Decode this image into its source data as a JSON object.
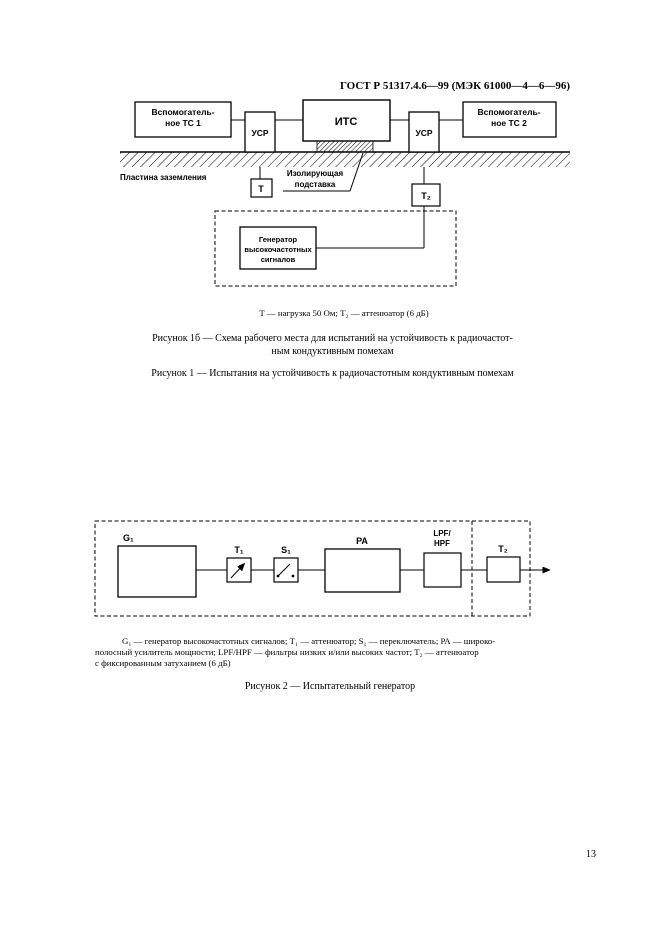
{
  "header": {
    "title": "ГОСТ Р 51317.4.6—99 (МЭК 61000—4—6—96)"
  },
  "fig1": {
    "aux1_line1": "Вспомогатель-",
    "aux1_line2": "ное ТС 1",
    "usr1": "УСР",
    "its": "ИТС",
    "usr2": "УСР",
    "aux2_line1": "Вспомогатель-",
    "aux2_line2": "ное ТС 2",
    "ground_label": "Пластина заземления",
    "t_load": "Т",
    "ins_line1": "Изолирующая",
    "ins_line2": "подставка",
    "t2": "Т₂",
    "gen_line1": "Генератор",
    "gen_line2": "высокочастотных",
    "gen_line3": "сигналов",
    "legend": "Т — нагрузка 50 Ом; Т₂ — аттенюатор (6 дБ)",
    "caption_1b": "Рисунок 1б — Схема рабочего места для испытаний на устойчивость к радиочастот-\nным кондуктивным помехам",
    "caption_1": "Рисунок 1 — Испытания на устойчивость к радиочастотным кондуктивным помехам"
  },
  "fig2": {
    "g1": "G₁",
    "t1": "Т₁",
    "s1": "S₁",
    "pa": "РА",
    "lpf_line1": "LPF/",
    "lpf_line2": "HPF",
    "t2": "Т₂",
    "legend": "G₁ — генератор высокочастотных сигналов; Т₁ — аттенюатор; S₁ — переключатель; РА — широко-\nполосный усилитель мощности; LPF/HPF — фильтры низких и/или высоких частот; Т₂ — аттенюатор\nс фиксированным затуханием (6 дБ)",
    "caption": "Рисунок 2 — Испытательный генератор"
  },
  "footer": {
    "page_number": "13"
  }
}
